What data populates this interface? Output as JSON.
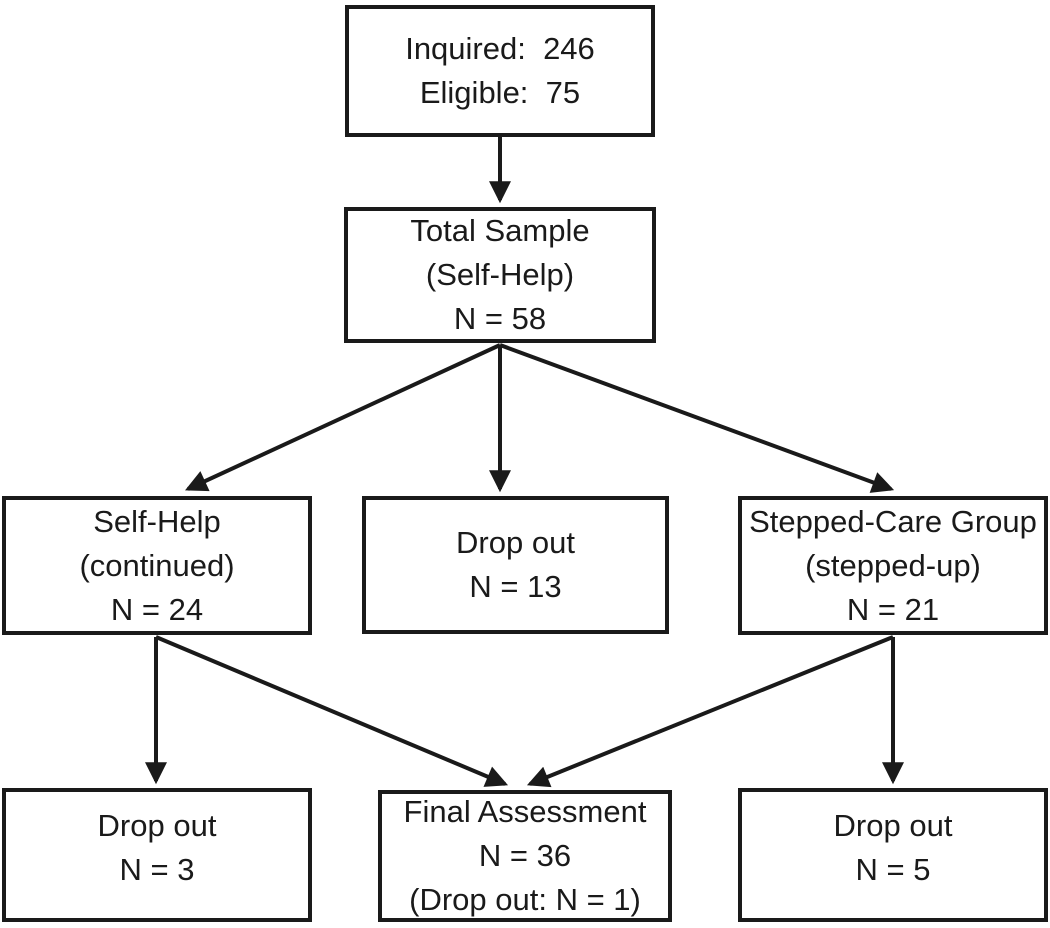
{
  "figure": {
    "type": "flowchart",
    "colors": {
      "line": "#1a1a1a",
      "background": "#ffffff"
    }
  },
  "nodes": {
    "inquired": {
      "lines": [
        "Inquired:  246",
        "Eligible:  75"
      ]
    },
    "total_sample": {
      "lines": [
        "Total Sample",
        "(Self-Help)",
        "N = 58"
      ]
    },
    "self_help": {
      "lines": [
        "Self-Help",
        "(continued)",
        "N = 24"
      ]
    },
    "drop_out_mid": {
      "lines": [
        "Drop out",
        "N = 13"
      ]
    },
    "stepped_care": {
      "lines": [
        "Stepped-Care Group",
        "(stepped-up)",
        "N = 21"
      ]
    },
    "drop_out_left": {
      "lines": [
        "Drop out",
        "N = 3"
      ]
    },
    "final_assessment": {
      "lines": [
        "Final Assessment",
        "N = 36",
        "(Drop out: N = 1)"
      ]
    },
    "drop_out_right": {
      "lines": [
        "Drop out",
        "N = 5"
      ]
    }
  },
  "edges": [
    {
      "from": "inquired",
      "to": "total_sample"
    },
    {
      "from": "total_sample",
      "to": "self_help"
    },
    {
      "from": "total_sample",
      "to": "drop_out_mid"
    },
    {
      "from": "total_sample",
      "to": "stepped_care"
    },
    {
      "from": "self_help",
      "to": "drop_out_left"
    },
    {
      "from": "self_help",
      "to": "final_assessment"
    },
    {
      "from": "stepped_care",
      "to": "final_assessment"
    },
    {
      "from": "stepped_care",
      "to": "drop_out_right"
    }
  ]
}
